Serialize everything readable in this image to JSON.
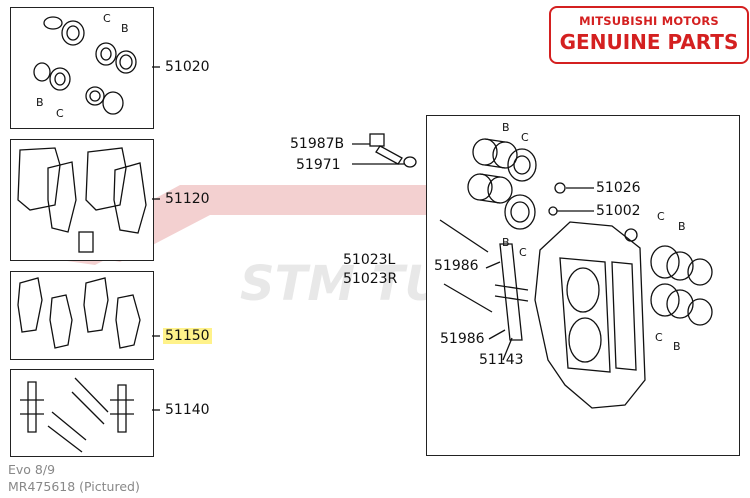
{
  "brand": {
    "line1": "MITSUBISHI MOTORS",
    "line2": "GENUINE PARTS",
    "color": "#d42020"
  },
  "watermark": {
    "text": "STM TUNED"
  },
  "parts": {
    "p51020": "51020",
    "p51120": "51120",
    "p51150": "51150",
    "p51140": "51140",
    "p51987b": "51987B",
    "p51971": "51971",
    "p51026": "51026",
    "p51002": "51002",
    "p51023l": "51023L",
    "p51023r": "51023R",
    "p51986a": "51986",
    "p51986b": "51986",
    "p51143": "51143"
  },
  "callouts": {
    "b": "B",
    "c": "C"
  },
  "highlight_color": "#fff28a",
  "footer": {
    "model": "Evo 8/9",
    "part_number": "MR475618  (Pictured)"
  }
}
